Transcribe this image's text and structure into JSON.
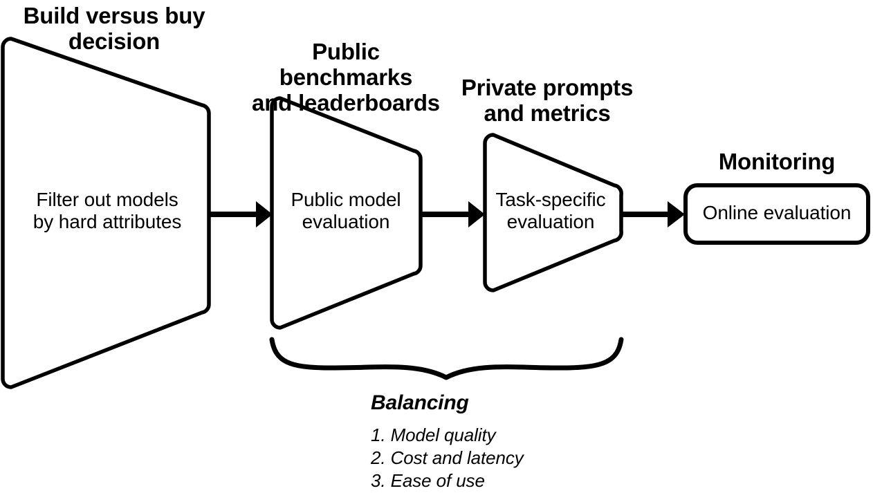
{
  "diagram": {
    "kind": "pipeline-flowchart",
    "stroke_color": "#000000",
    "background_color": "#ffffff",
    "stages": [
      {
        "id": "build-versus-buy",
        "title": "Build versus buy\ndecision",
        "body": "Filter out models\nby hard attributes",
        "shape": "funnel-trapezoid"
      },
      {
        "id": "public-benchmarks",
        "title": "Public benchmarks\nand leaderboards",
        "body": "Public model\nevaluation",
        "shape": "funnel-trapezoid"
      },
      {
        "id": "private-prompts",
        "title": "Private prompts\nand metrics",
        "body": "Task-specific\nevaluation",
        "shape": "funnel-trapezoid"
      },
      {
        "id": "monitoring",
        "title": "Monitoring",
        "body": "Online evaluation",
        "shape": "rounded-rectangle"
      }
    ],
    "connectors": [
      {
        "id": "arrow-1",
        "from": "build-versus-buy",
        "to": "public-benchmarks"
      },
      {
        "id": "arrow-2",
        "from": "public-benchmarks",
        "to": "private-prompts"
      },
      {
        "id": "arrow-3",
        "from": "private-prompts",
        "to": "monitoring"
      }
    ],
    "brace": {
      "id": "balancing-brace",
      "spans": [
        "public-benchmarks",
        "private-prompts"
      ]
    },
    "balancing": {
      "heading": "Balancing",
      "items": [
        "1. Model quality",
        "2. Cost and latency",
        "3. Ease of use"
      ]
    }
  }
}
